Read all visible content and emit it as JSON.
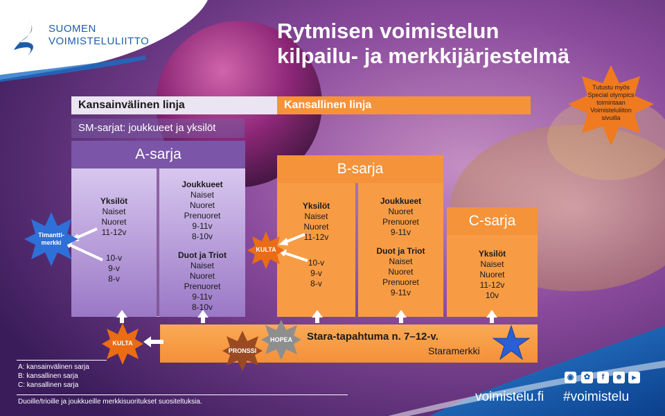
{
  "logo": {
    "line1": "SUOMEN",
    "line2": "VOIMISTELULIITTO"
  },
  "title": {
    "line1": "Rytmisen voimistelun",
    "line2": "kilpailu- ja merkkijärjestelmä"
  },
  "tracks": {
    "international": "Kansainvälinen linja",
    "national": "Kansallinen linja"
  },
  "sm_series": "SM-sarjat: joukkueet ja yksilöt",
  "special_olympics": [
    "Tutustu myös",
    "Special olympics",
    "toimintaan",
    "Voimisteluliiton",
    "sivuilla"
  ],
  "series_a": {
    "name": "A-sarja",
    "individuals": {
      "heading": "Yksilöt",
      "items": [
        "Naiset",
        "Nuoret",
        "11-12v"
      ]
    },
    "ages": [
      "10-v",
      "9-v",
      "8-v"
    ],
    "teams": {
      "heading": "Joukkueet",
      "items": [
        "Naiset",
        "Nuoret",
        "Prenuoret",
        "9-11v",
        "8-10v"
      ]
    },
    "duos": {
      "heading": "Duot ja Triot",
      "items": [
        "Naiset",
        "Nuoret",
        "Prenuoret",
        "9-11v",
        "8-10v"
      ]
    }
  },
  "series_b": {
    "name": "B-sarja",
    "individuals": {
      "heading": "Yksilöt",
      "items": [
        "Naiset",
        "Nuoret",
        "11-12v"
      ]
    },
    "ages": [
      "10-v",
      "9-v",
      "8-v"
    ],
    "teams": {
      "heading": "Joukkueet",
      "items": [
        "Nuoret",
        "Prenuoret",
        "9-11v"
      ]
    },
    "duos": {
      "heading": "Duot ja Triot",
      "items": [
        "Naiset",
        "Nuoret",
        "Prenuoret",
        "9-11v"
      ]
    }
  },
  "series_c": {
    "name": "C-sarja",
    "individuals": {
      "heading": "Yksilöt",
      "items": [
        "Naiset",
        "Nuoret",
        "11-12v",
        "10v"
      ]
    }
  },
  "badges": {
    "timantti": [
      "Timantti-",
      "merkki"
    ],
    "kulta_b": "KULTA",
    "kulta_bottom": "KULTA",
    "pronssi": "PRONSSI",
    "hopea": "HOPEA"
  },
  "stara": {
    "event": "Stara-tapahtuma n. 7–12-v.",
    "badge": "Staramerkki"
  },
  "legend": [
    "A: kansainvälinen sarja",
    "B: kansallinen sarja",
    "C: kansallinen sarja"
  ],
  "note": "Duoille/trioille ja joukkueille merkkisuoritukset suositeltuksia.",
  "footer": {
    "url": "voimistelu.fi",
    "hashtag": "#voimistelu"
  },
  "social_icons": [
    "instagram-icon",
    "twitter-icon",
    "facebook-icon",
    "snapchat-icon",
    "youtube-icon"
  ],
  "colors": {
    "purple": "#7a55a8",
    "orange": "#f5933a",
    "blue_star": "#2a5fd6"
  }
}
